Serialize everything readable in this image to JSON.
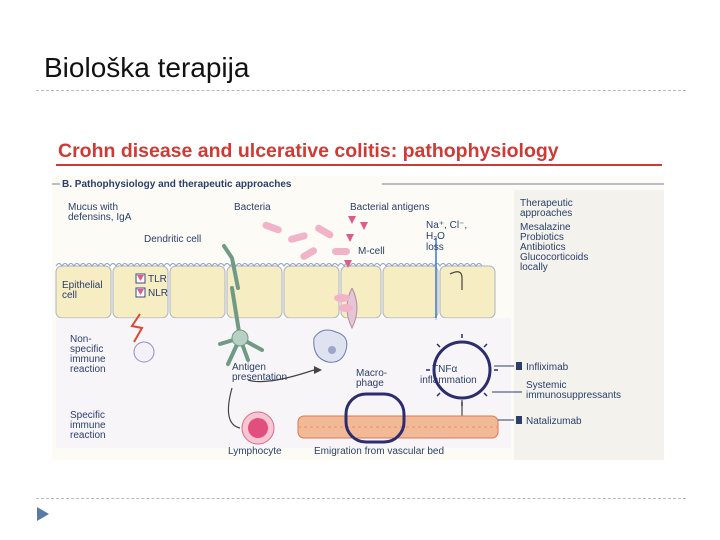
{
  "slide": {
    "title": "Biološka terapija"
  },
  "figure": {
    "title": "Crohn disease and ulcerative colitis: pathophysiology",
    "panel_title": "B. Pathophysiology and therapeutic approaches",
    "labels": {
      "mucus_1": "Mucus with",
      "mucus_2": "defensins, IgA",
      "bacteria": "Bacteria",
      "bacterial_antigens": "Bacterial antigens",
      "dendritic": "Dendritic cell",
      "mcell": "M-cell",
      "ion": "Na⁺, Cl⁻,",
      "h2o": "H₂O",
      "loss": "loss",
      "tlr": "TLR",
      "nlr": "NLR",
      "epithelial_1": "Epithelial",
      "epithelial_2": "cell",
      "nonspecific_1": "Non-",
      "nonspecific_2": "specific",
      "nonspecific_3": "immune",
      "nonspecific_4": "reaction",
      "antigen_1": "Antigen",
      "antigen_2": "presentation",
      "macro_1": "Macro-",
      "macro_2": "phage",
      "tnf": "TNFα",
      "inflammation": "inflammation",
      "specific_1": "Specific",
      "specific_2": "immune",
      "specific_3": "reaction",
      "lymphocyte": "Lymphocyte",
      "emigration": "Emigration from vascular bed"
    },
    "therapy": {
      "heading_1": "Therapeutic",
      "heading_2": "approaches",
      "list": [
        "Mesalazine",
        "Probiotics",
        "Antibiotics",
        "Glucocorticoids",
        "locally"
      ],
      "infliximab": "Infliximab",
      "systemic_1": "Systemic",
      "systemic_2": "immunosuppressants",
      "natalizumab": "Natalizumab"
    },
    "colors": {
      "title": "#d03a34",
      "ink": "#2a3f6a",
      "cell_fill": "#f6edc2",
      "accent_pink": "#e05a8a",
      "highlight_circle": "#2b2d6e"
    }
  }
}
